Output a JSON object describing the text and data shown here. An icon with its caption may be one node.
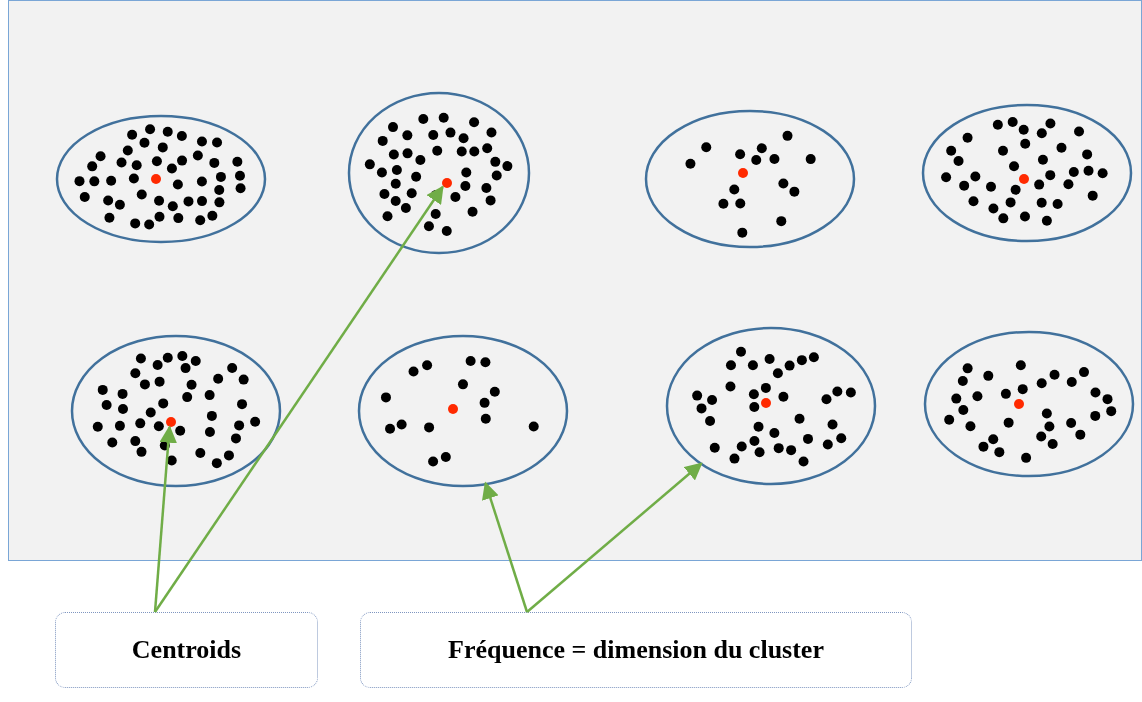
{
  "diagram": {
    "nodes": [
      {
        "text": [],
        "shape": "box"
      },
      {
        "text": [],
        "shape": "ellipse",
        "in": 0
      },
      {
        "text": [],
        "shape": "circle",
        "in": 1
      },
      {
        "text": [],
        "shape": "ellipse",
        "in": 0
      },
      {
        "text": [],
        "shape": "circle",
        "in": 3
      },
      {
        "text": [],
        "shape": "ellipse",
        "in": 0
      },
      {
        "text": [],
        "shape": "circle",
        "in": 5
      },
      {
        "text": [],
        "shape": "ellipse",
        "in": 0
      },
      {
        "text": [],
        "shape": "circle",
        "in": 7
      },
      {
        "text": [],
        "shape": "ellipse",
        "in": 0
      },
      {
        "text": [],
        "shape": "circle",
        "in": 9
      },
      {
        "text": [],
        "shape": "ellipse",
        "in": 0
      },
      {
        "text": [],
        "shape": "circle",
        "in": 11
      },
      {
        "text": [],
        "shape": "ellipse",
        "in": 0
      },
      {
        "text": [],
        "shape": "circle",
        "in": 13
      },
      {
        "text": [],
        "shape": "ellipse",
        "in": 0
      },
      {
        "text": [],
        "shape": "circle",
        "in": 15
      },
      {
        "text": [
          "Centroids"
        ]
      },
      {
        "text": [
          "Fréquence = dimension du cluster"
        ]
      }
    ],
    "edges": [
      {
        "from": 17,
        "to": 10,
        "arrow": "to"
      },
      {
        "from": 17,
        "to": 4,
        "arrow": "to"
      },
      {
        "from": 18,
        "to": 11,
        "arrow": "to"
      },
      {
        "from": 18,
        "to": 13,
        "arrow": "to"
      }
    ]
  }
}
